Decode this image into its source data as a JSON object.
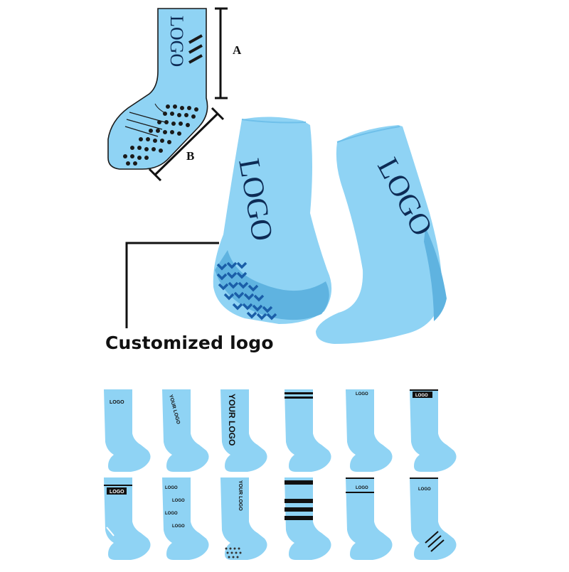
{
  "caption": "Customized logo",
  "dimensions": {
    "a": "A",
    "b": "B"
  },
  "logo_text": "LOGO",
  "your_logo_text": "YOUR LOGO",
  "colors": {
    "sock": "#8fd3f4",
    "sock_dark": "#5fb3e0",
    "print": "#0d2b55",
    "ink": "#111111"
  }
}
